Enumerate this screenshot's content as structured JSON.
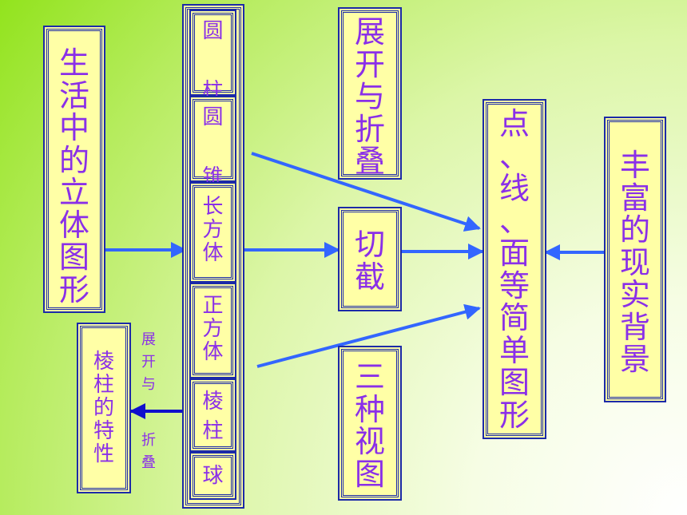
{
  "colors": {
    "box_fill": "#ffffa6",
    "box_border": "#1c2aa8",
    "text": "#8a2fe8",
    "arrow": "#3366ff",
    "arrow_dark": "#1010cc"
  },
  "nodes": {
    "life_solids": "生活中的立体图形",
    "unfold_fold": "展开与折叠",
    "cutting": "切截",
    "three_views": "三种视图",
    "point_line_plane": "点、线、面等简单图形",
    "rich_background": "丰富的现实背景",
    "prism_properties": "棱柱的特性"
  },
  "solids": [
    "圆柱",
    "圆锥",
    "长方体",
    "正方体",
    "棱柱",
    "球"
  ],
  "edge_label": {
    "top": "展开与",
    "bottom": "折叠"
  }
}
